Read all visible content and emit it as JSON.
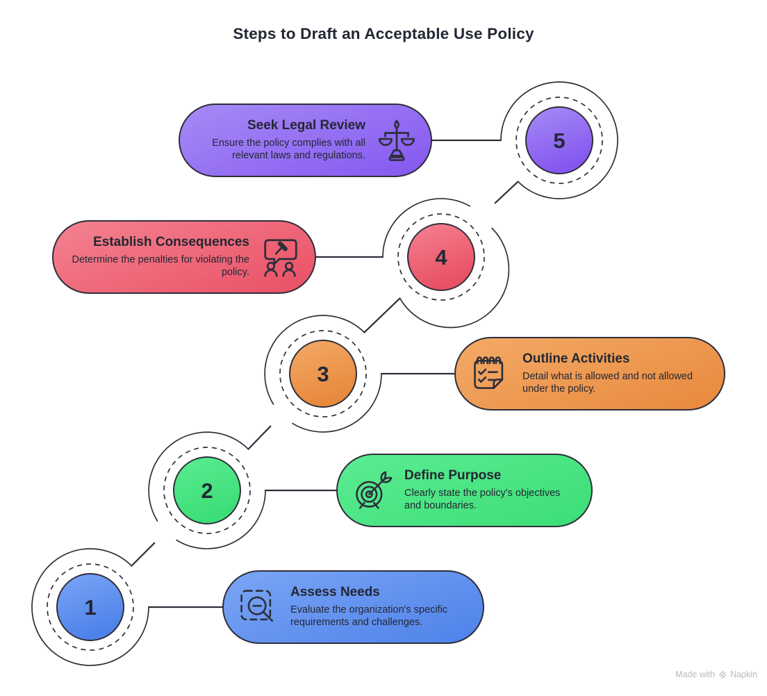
{
  "title": "Steps to Draft an Acceptable Use Policy",
  "line_color": "#2E2E3A",
  "text_color": "#232733",
  "steps": [
    {
      "number": "1",
      "title": "Assess Needs",
      "description": "Evaluate the organization's specific requirements and challenges.",
      "icon": "magnifier-selection-icon",
      "color_light": "#7BA5F5",
      "color_dark": "#4E82EA"
    },
    {
      "number": "2",
      "title": "Define Purpose",
      "description": "Clearly state the policy's objectives and boundaries.",
      "icon": "target-dart-icon",
      "color_light": "#5BEC92",
      "color_dark": "#3CDE76"
    },
    {
      "number": "3",
      "title": "Outline Activities",
      "description": "Detail what is allowed and not allowed under the policy.",
      "icon": "checklist-notepad-icon",
      "color_light": "#F3AA67",
      "color_dark": "#E8893D"
    },
    {
      "number": "4",
      "title": "Establish Consequences",
      "description": "Determine the penalties for violating the policy.",
      "icon": "gavel-discussion-icon",
      "color_light": "#F48291",
      "color_dark": "#E95064"
    },
    {
      "number": "5",
      "title": "Seek Legal Review",
      "description": "Ensure the policy complies with all relevant laws and regulations.",
      "icon": "justice-scales-icon",
      "color_light": "#A78BF6",
      "color_dark": "#8457F0"
    }
  ],
  "watermark": {
    "made_with": "Made with",
    "brand": "Napkin"
  }
}
